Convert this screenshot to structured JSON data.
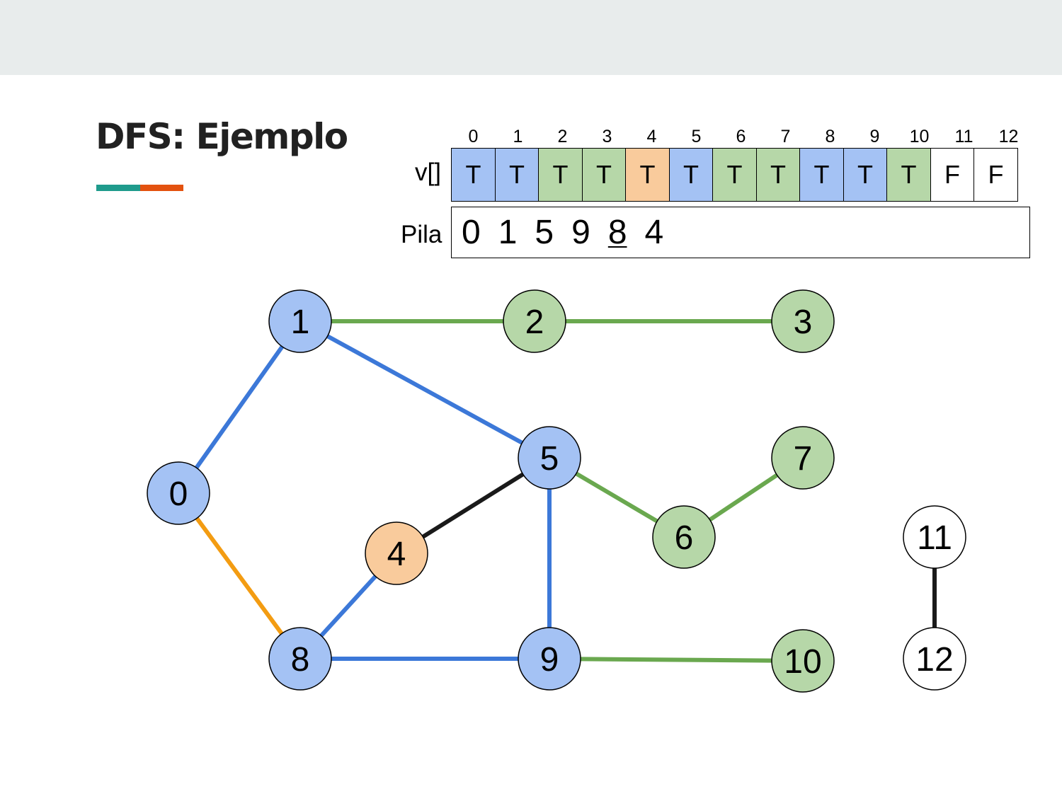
{
  "title": "DFS: Ejemplo",
  "colors": {
    "top_band": "#e8ecec",
    "accent_teal": "#1f9b8c",
    "accent_orange": "#e3520f",
    "visited_blue": "#a4c2f4",
    "visited_green": "#b6d7a8",
    "current_orange": "#f9cb9c",
    "unvisited": "#ffffff",
    "edge_blue": "#3c78d8",
    "edge_green": "#6aa84f",
    "edge_orange": "#f39c12",
    "edge_black": "#1a1a1a"
  },
  "visited_array": {
    "label": "v[]",
    "indices": [
      "0",
      "1",
      "2",
      "3",
      "4",
      "5",
      "6",
      "7",
      "8",
      "9",
      "10",
      "11",
      "12"
    ],
    "values": [
      "T",
      "T",
      "T",
      "T",
      "T",
      "T",
      "T",
      "T",
      "T",
      "T",
      "T",
      "F",
      "F"
    ],
    "cell_colors": [
      "blue",
      "blue",
      "green",
      "green",
      "orange",
      "blue",
      "green",
      "green",
      "blue",
      "blue",
      "green",
      "white",
      "white"
    ]
  },
  "stack": {
    "label": "Pila",
    "items": [
      "0",
      "1",
      "5",
      "9",
      "8",
      "4"
    ],
    "underlined_item": "8"
  },
  "graph": {
    "nodes": [
      {
        "id": "0",
        "color": "blue"
      },
      {
        "id": "1",
        "color": "blue"
      },
      {
        "id": "2",
        "color": "green"
      },
      {
        "id": "3",
        "color": "green"
      },
      {
        "id": "4",
        "color": "orange"
      },
      {
        "id": "5",
        "color": "blue"
      },
      {
        "id": "6",
        "color": "green"
      },
      {
        "id": "7",
        "color": "green"
      },
      {
        "id": "8",
        "color": "blue"
      },
      {
        "id": "9",
        "color": "blue"
      },
      {
        "id": "10",
        "color": "green"
      },
      {
        "id": "11",
        "color": "white"
      },
      {
        "id": "12",
        "color": "white"
      }
    ],
    "edges": [
      {
        "from": "0",
        "to": "1",
        "color": "blue"
      },
      {
        "from": "0",
        "to": "8",
        "color": "orange"
      },
      {
        "from": "1",
        "to": "2",
        "color": "green"
      },
      {
        "from": "2",
        "to": "3",
        "color": "green"
      },
      {
        "from": "1",
        "to": "5",
        "color": "blue"
      },
      {
        "from": "4",
        "to": "5",
        "color": "black"
      },
      {
        "from": "5",
        "to": "9",
        "color": "blue"
      },
      {
        "from": "5",
        "to": "6",
        "color": "green"
      },
      {
        "from": "6",
        "to": "7",
        "color": "green"
      },
      {
        "from": "8",
        "to": "4",
        "color": "blue"
      },
      {
        "from": "8",
        "to": "9",
        "color": "blue"
      },
      {
        "from": "9",
        "to": "10",
        "color": "green"
      },
      {
        "from": "11",
        "to": "12",
        "color": "black"
      }
    ]
  }
}
